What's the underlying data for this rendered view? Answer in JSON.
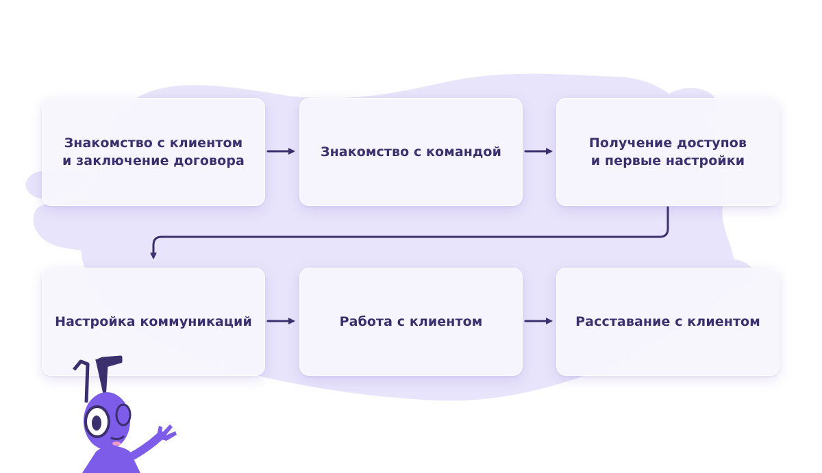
{
  "steps": [
    {
      "label": "Знакомство с клиентом\nи заключение договора"
    },
    {
      "label": "Знакомство с командой"
    },
    {
      "label": "Получение доступов\nи первые настройки"
    },
    {
      "label": "Настройка коммуникаций"
    },
    {
      "label": "Работа с клиентом"
    },
    {
      "label": "Расставание с клиентом"
    }
  ],
  "colors": {
    "card_text": "#3b2f6e",
    "arrow": "#3b2f6e",
    "blob": "#e7e3fb",
    "mascot_body": "#7c5ce8",
    "mascot_dark": "#3b2f6e"
  },
  "mascot": {
    "icon": "ant-mascot-icon"
  }
}
